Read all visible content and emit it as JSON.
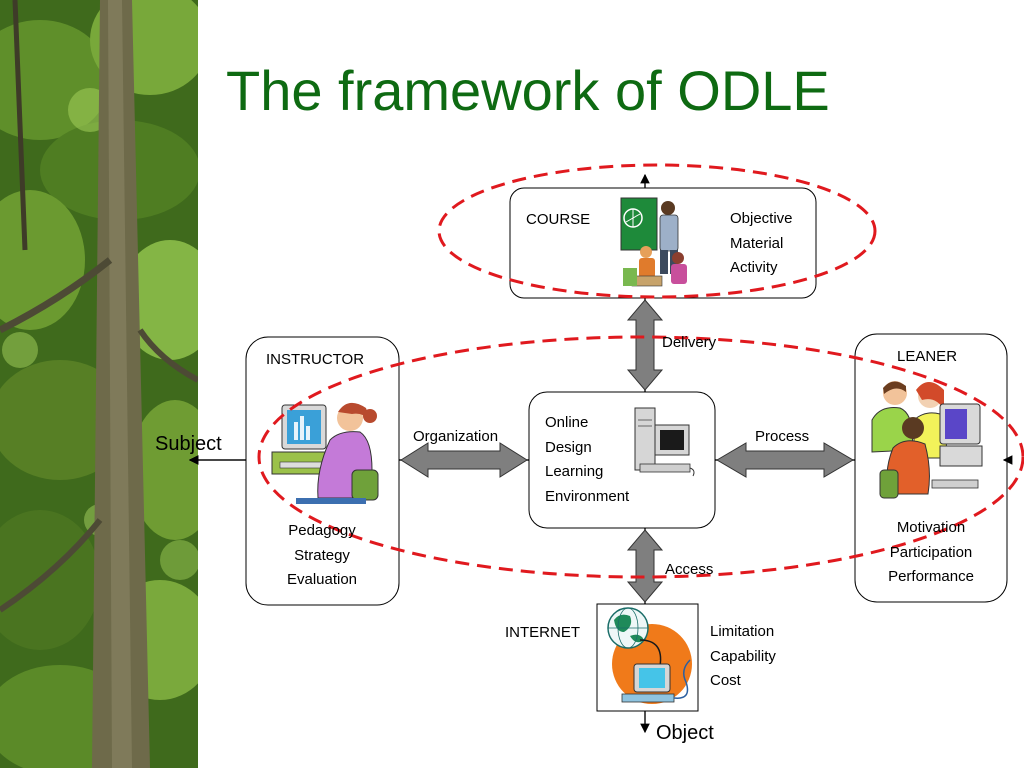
{
  "slide": {
    "title": "The framework of ODLE"
  },
  "colors": {
    "title": "#0e6a12",
    "dashed_ellipse": "#e0191e",
    "arrow_fill": "#7f7f7f"
  },
  "nodes": {
    "course": {
      "label": "COURSE",
      "items": [
        "Objective",
        "Material",
        "Activity"
      ]
    },
    "instructor": {
      "label": "INSTRUCTOR",
      "items": [
        "Pedagogy",
        "Strategy",
        "Evaluation"
      ]
    },
    "odle": {
      "items": [
        "Online",
        "Design",
        "Learning",
        "Environment"
      ]
    },
    "leaner": {
      "label": "LEANER",
      "items": [
        "Motivation",
        "Participation",
        "Performance"
      ]
    },
    "internet": {
      "label": "INTERNET",
      "items": [
        "Limitation",
        "Capability",
        "Cost"
      ]
    }
  },
  "connections": {
    "delivery": "Delivery",
    "organization": "Organization",
    "process": "Process",
    "access": "Access"
  },
  "axes": {
    "subject": "Subject",
    "object": "Object"
  },
  "icons": [
    "forest-photo",
    "classroom-teacher-icon",
    "woman-at-computer-icon",
    "desktop-computer-icon",
    "students-at-computer-icon",
    "globe-network-icon"
  ]
}
